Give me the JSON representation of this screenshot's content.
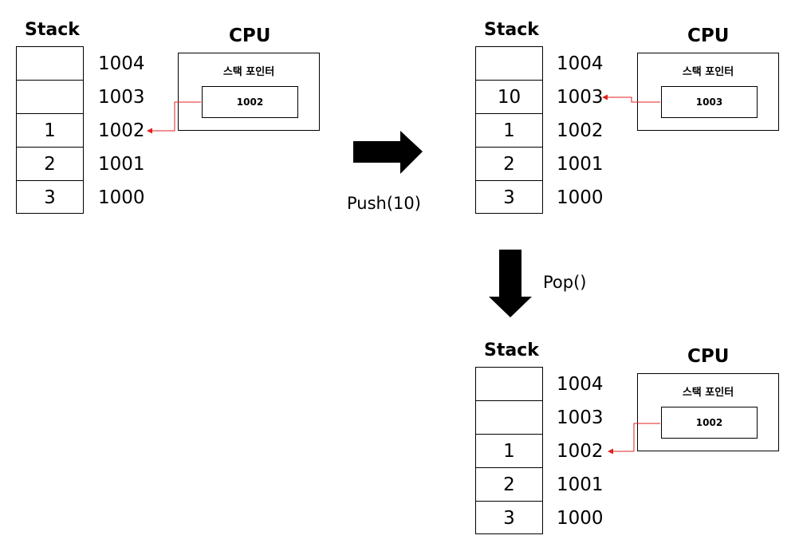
{
  "colors": {
    "pointer": "#e02020",
    "stroke": "#000000"
  },
  "stack_title": "Stack",
  "cpu_title": "CPU",
  "sp_label": "스택 포인터",
  "addresses": [
    "1004",
    "1003",
    "1002",
    "1001",
    "1000"
  ],
  "operations": {
    "push": "Push(10)",
    "pop": "Pop()"
  },
  "states": [
    {
      "cells": [
        "",
        "",
        "1",
        "2",
        "3"
      ],
      "sp_value": "1002",
      "points_to": "1002"
    },
    {
      "cells": [
        "",
        "10",
        "1",
        "2",
        "3"
      ],
      "sp_value": "1003",
      "points_to": "1003"
    },
    {
      "cells": [
        "",
        "",
        "1",
        "2",
        "3"
      ],
      "sp_value": "1002",
      "points_to": "1002"
    }
  ]
}
